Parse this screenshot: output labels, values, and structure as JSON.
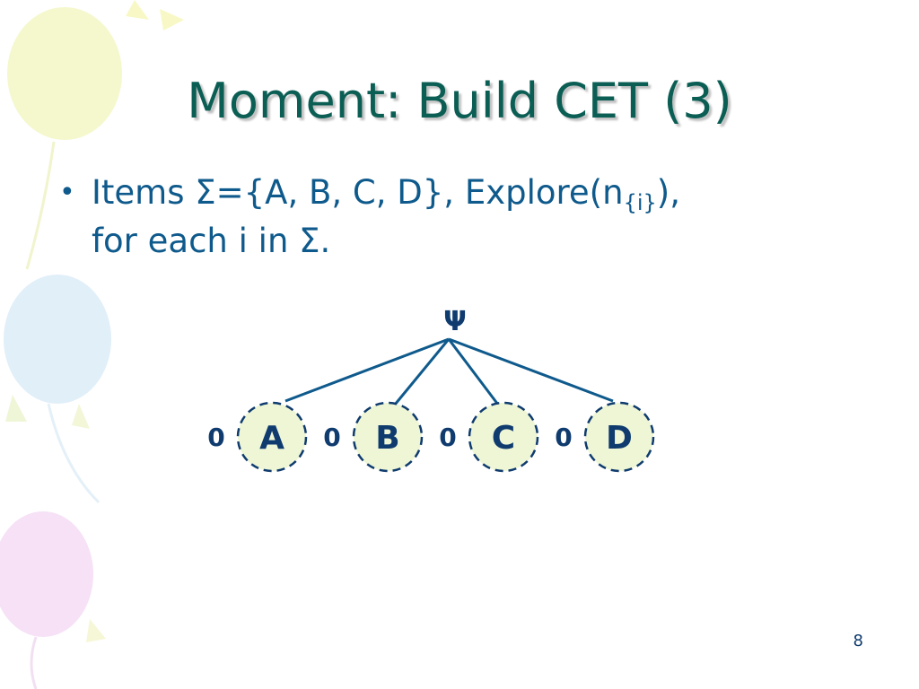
{
  "slide": {
    "title": "Moment: Build CET (3)",
    "bullet": {
      "marker": "•",
      "part1": "Items Σ={A, B, C, D}, Explore(n",
      "subscript": "{i}",
      "part2": "),",
      "line2": "for each i in Σ."
    },
    "page_number": "8"
  },
  "diagram": {
    "root": {
      "label": "Ψ"
    },
    "nodes": [
      {
        "label": "A",
        "count": "0"
      },
      {
        "label": "B",
        "count": "0"
      },
      {
        "label": "C",
        "count": "0"
      },
      {
        "label": "D",
        "count": "0"
      }
    ],
    "colors": {
      "node_fill": "#eef6d6",
      "node_border": "#0f3b6e",
      "edge": "#0f5a8c",
      "text": "#0f3b6e"
    }
  }
}
